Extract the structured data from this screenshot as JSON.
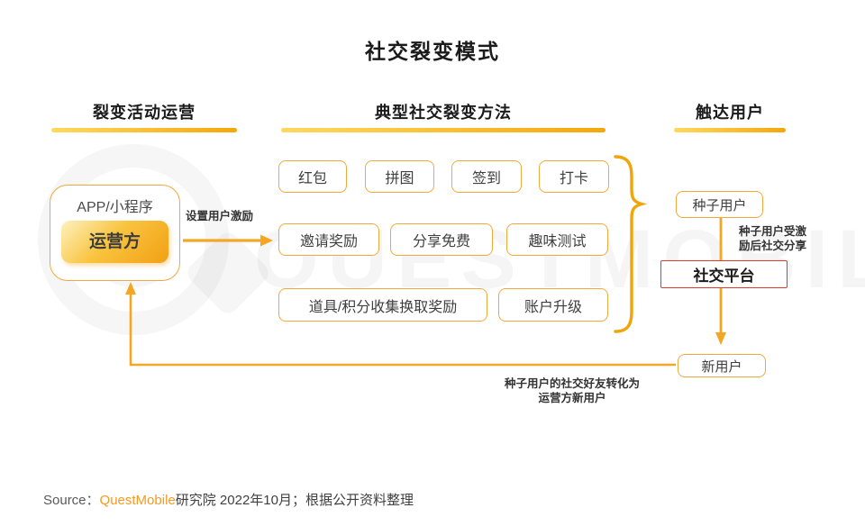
{
  "title": "社交裂变模式",
  "headers": {
    "left": "裂变活动运营",
    "middle": "典型社交裂变方法",
    "right": "触达用户"
  },
  "operator": {
    "container": "APP/小程序",
    "name": "运营方",
    "incentive_label": "设置用户激励"
  },
  "methods": {
    "row1": [
      "红包",
      "拼图",
      "签到",
      "打卡"
    ],
    "row2": [
      "邀请奖励",
      "分享免费",
      "趣味测试"
    ],
    "row3": [
      "道具/积分收集换取奖励",
      "账户升级"
    ]
  },
  "reach": {
    "seed_user": "种子用户",
    "share_note": [
      "种子用户受激",
      "励后社交分享"
    ],
    "platform": "社交平台",
    "new_user": "新用户",
    "conversion_note": [
      "种子用户的社交好友转化为",
      "运营方新用户"
    ]
  },
  "watermark_text": "QUESTMOBILE",
  "source": {
    "label": "Source：",
    "brand": "QuestMobile",
    "rest": "研究院 2022年10月；根据公开资料整理"
  },
  "colors": {
    "amber": "#F5A70A",
    "border_amber": "#F0A83C",
    "border_red": "#DD3B2B",
    "brand_orange": "#F59A23"
  }
}
